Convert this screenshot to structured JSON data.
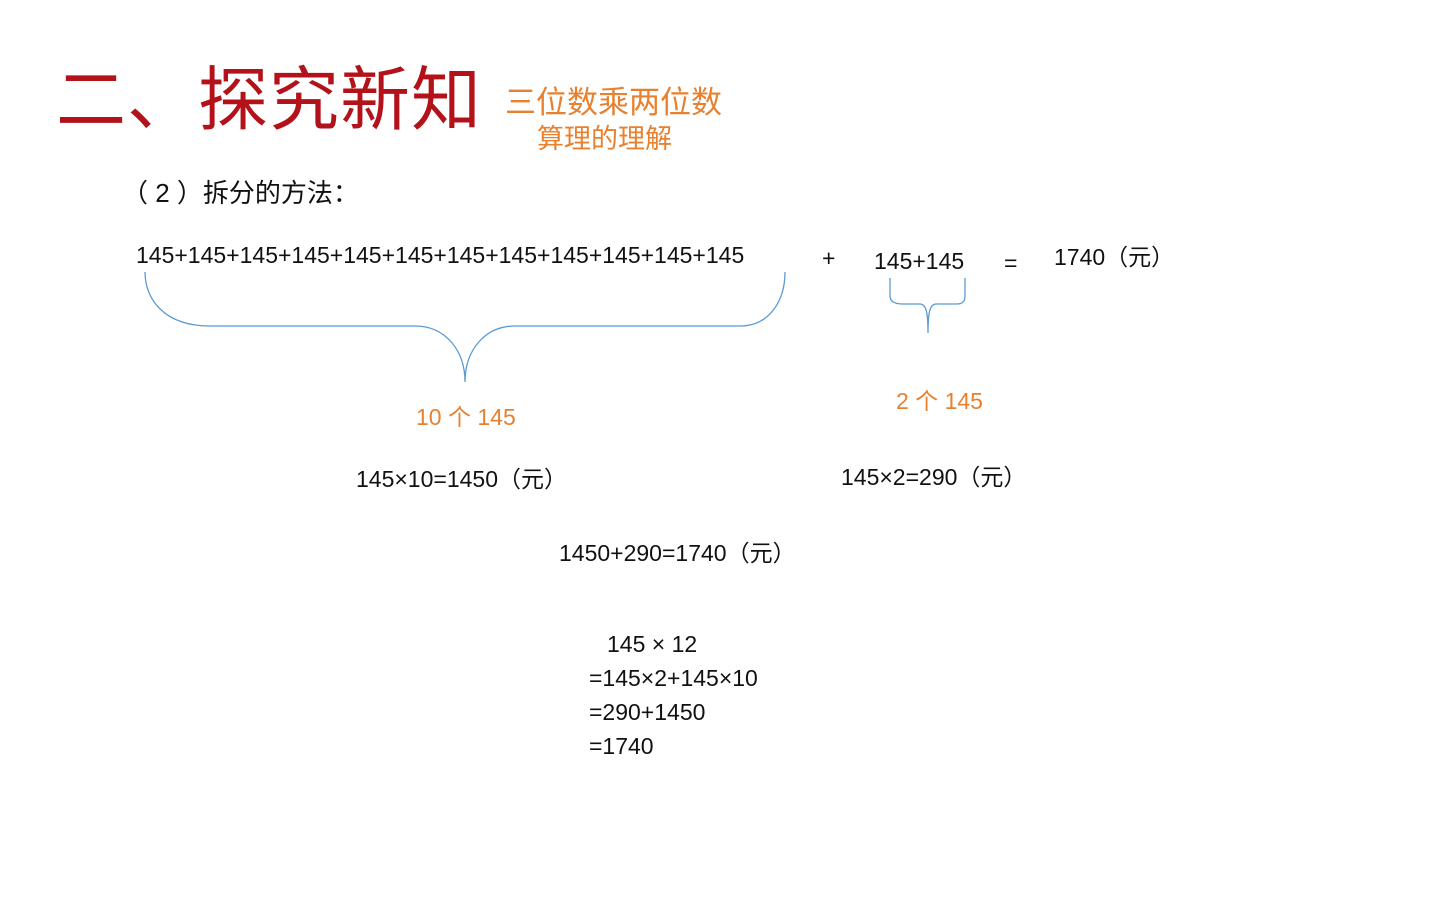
{
  "title": {
    "main": "二、探究新知",
    "subtitle_line1": "三位数乘两位数",
    "subtitle_line2": "算理的理解"
  },
  "method_label": "（ 2 ）拆分的方法：",
  "addition_row": {
    "long_sum": "145+145+145+145+145+145+145+145+145+145+145+145",
    "plus": "+",
    "short_sum": "145+145",
    "equals": "=",
    "result": "1740（元）"
  },
  "brace_labels": {
    "ten": "10 个 145",
    "two": "2 个 145"
  },
  "equations": {
    "ten_product": "145×10=1450（元）",
    "two_product": "145×2=290（元）",
    "total": "1450+290=1740（元）"
  },
  "vertical_calc": {
    "line1": "145 × 12",
    "line2": "=145×2+145×10",
    "line3": "=290+1450",
    "line4": "=1740"
  },
  "colors": {
    "title": "#b3121a",
    "accent": "#e8812f",
    "brace": "#5b9bd5",
    "text": "#111111"
  }
}
